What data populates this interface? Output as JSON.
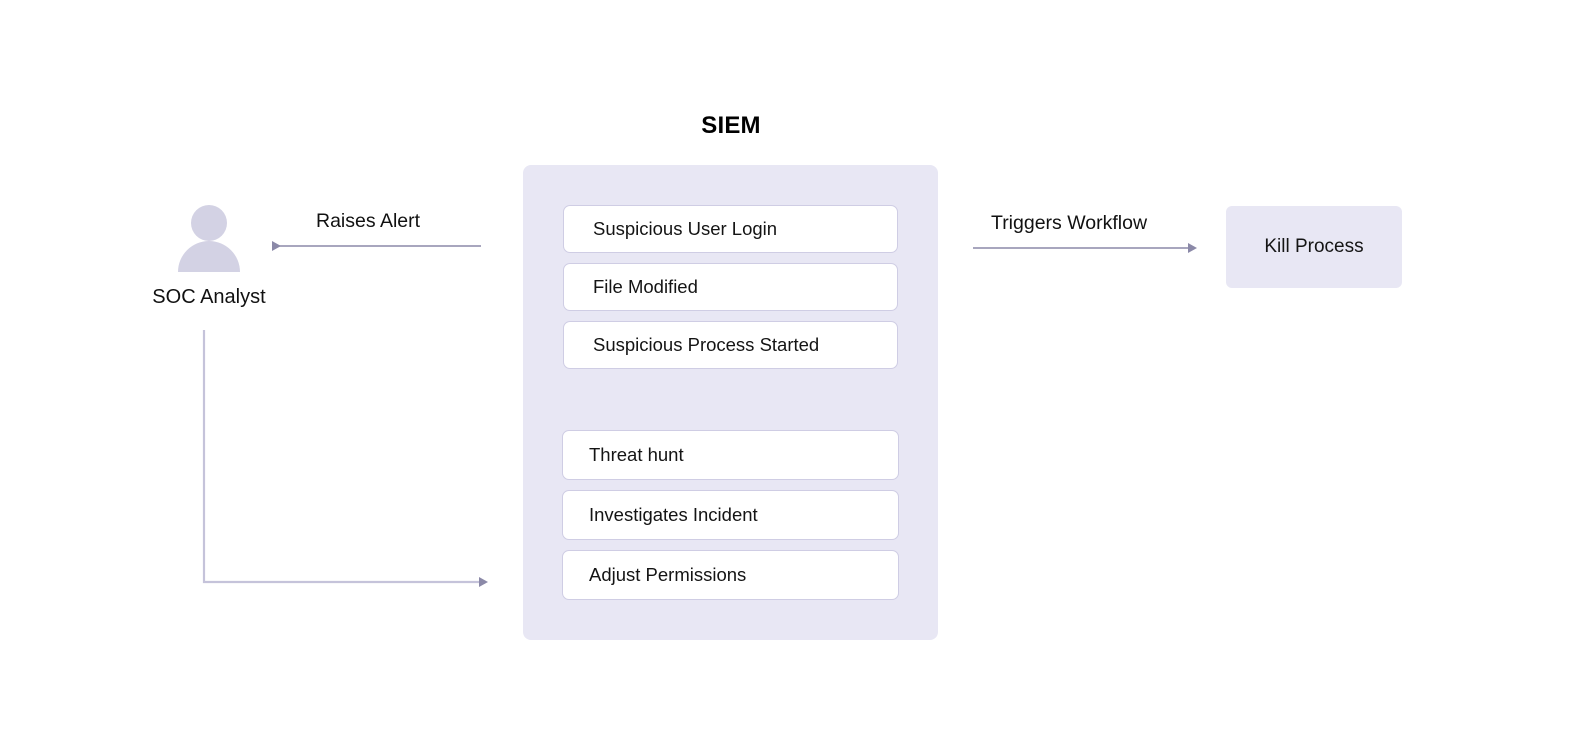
{
  "diagram": {
    "title": "SIEM",
    "background_color": "#ffffff",
    "container_color": "#e8e7f4",
    "node_border_color": "#cfcde4",
    "node_fill_color": "#ffffff",
    "connector_color": "#8b89a8",
    "actor_icon_color": "#d3d2e4"
  },
  "actor": {
    "label": "SOC Analyst",
    "icon": "person-icon"
  },
  "siem": {
    "title": "SIEM",
    "alert_nodes": [
      {
        "label": "Suspicious User Login"
      },
      {
        "label": "File Modified"
      },
      {
        "label": "Suspicious Process Started"
      }
    ],
    "action_nodes": [
      {
        "label": "Threat hunt"
      },
      {
        "label": "Investigates Incident"
      },
      {
        "label": "Adjust Permissions"
      }
    ]
  },
  "response": {
    "label": "Kill Process"
  },
  "edges": [
    {
      "id": "raises-alert",
      "label": "Raises Alert",
      "from": "siem",
      "to": "actor",
      "direction": "left"
    },
    {
      "id": "triggers-workflow",
      "label": "Triggers Workflow",
      "from": "siem",
      "to": "kill-process",
      "direction": "right"
    },
    {
      "id": "analyst-actions",
      "label": "",
      "from": "actor",
      "to": "siem-actions",
      "direction": "right"
    }
  ]
}
